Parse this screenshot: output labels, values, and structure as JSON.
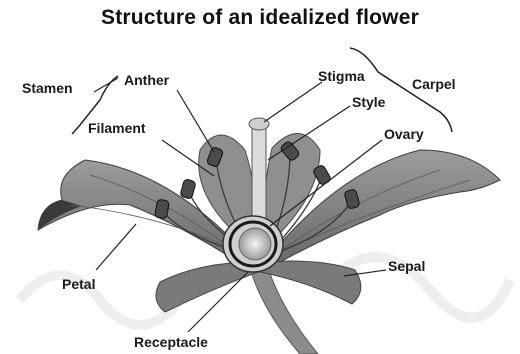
{
  "title": "Structure of an idealized flower",
  "labels": {
    "stamen": "Stamen",
    "anther": "Anther",
    "filament": "Filament",
    "stigma": "Stigma",
    "carpel": "Carpel",
    "style": "Style",
    "ovary": "Ovary",
    "petal": "Petal",
    "sepal": "Sepal",
    "receptacle": "Receptacle"
  },
  "colors": {
    "petal": "#8a8a8a",
    "petal_shade": "#6e6e6e",
    "sepal": "#7a7a7a",
    "pistil": "#d8d8d8",
    "anther": "#4a4a4a",
    "line": "#222222"
  }
}
